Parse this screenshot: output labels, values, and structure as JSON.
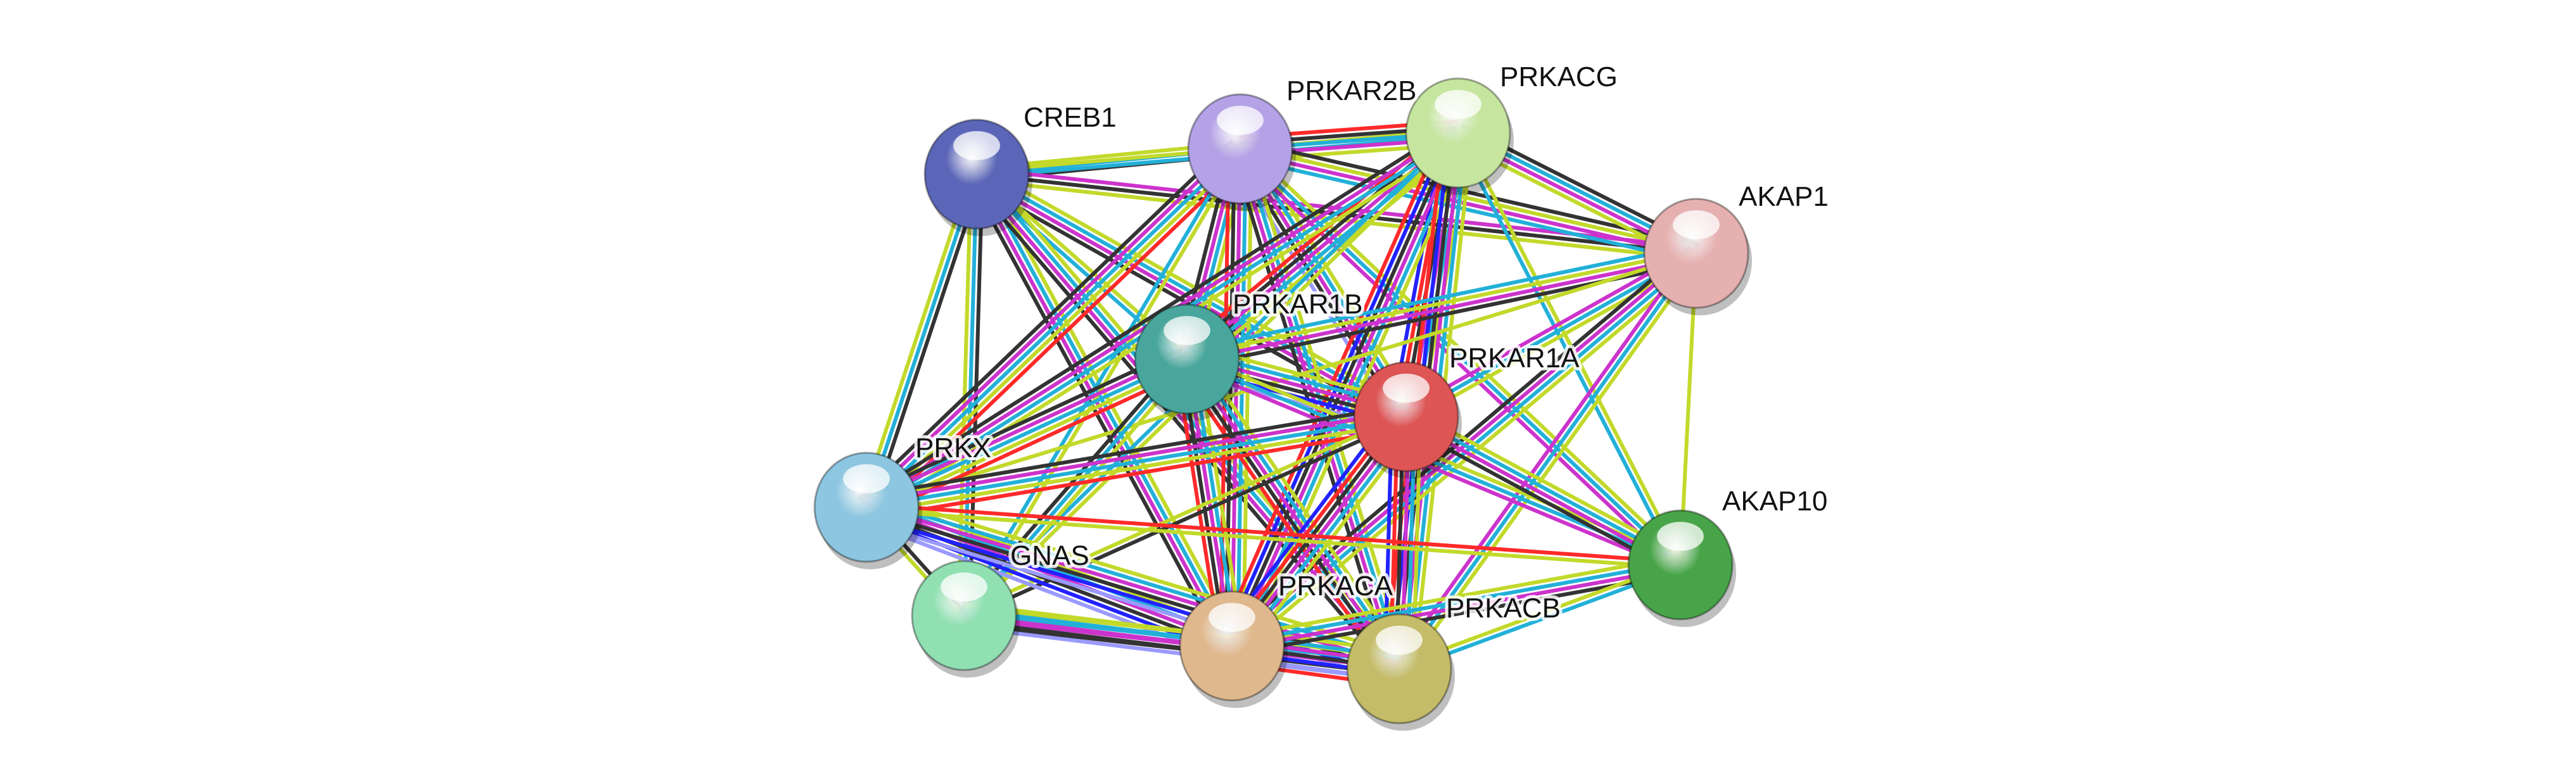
{
  "network": {
    "nodes": [
      {
        "id": "CREB1",
        "label": "CREB1",
        "color": "#5b66b8"
      },
      {
        "id": "PRKAR2B",
        "label": "PRKAR2B",
        "color": "#b3a2e6"
      },
      {
        "id": "PRKACG",
        "label": "PRKACG",
        "color": "#c6e6a0"
      },
      {
        "id": "AKAP1",
        "label": "AKAP1",
        "color": "#e6b0b0"
      },
      {
        "id": "PRKAR1B",
        "label": "PRKAR1B",
        "color": "#48a69c"
      },
      {
        "id": "PRKAR1A",
        "label": "PRKAR1A",
        "color": "#dd5555"
      },
      {
        "id": "PRKX",
        "label": "PRKX",
        "color": "#8cc6e0"
      },
      {
        "id": "AKAP10",
        "label": "AKAP10",
        "color": "#48a448"
      },
      {
        "id": "GNAS",
        "label": "GNAS",
        "color": "#90e0b2"
      },
      {
        "id": "PRKACA",
        "label": "PRKACA",
        "color": "#e0b88e"
      },
      {
        "id": "PRKACB",
        "label": "PRKACB",
        "color": "#c4bc68"
      }
    ],
    "evidence_colors": {
      "y": "#c2d92a",
      "c": "#22b0d8",
      "m": "#cc33cc",
      "k": "#333333",
      "r": "#ff2a2a",
      "b": "#2222ff",
      "p": "#9a9aff"
    },
    "edges": [
      [
        "CREB1",
        "PRKAR2B",
        "yck"
      ],
      [
        "CREB1",
        "PRKACG",
        "yc"
      ],
      [
        "CREB1",
        "AKAP1",
        "mky"
      ],
      [
        "CREB1",
        "PRKAR1A",
        "ycmk"
      ],
      [
        "CREB1",
        "PRKAR1B",
        "yc"
      ],
      [
        "CREB1",
        "PRKX",
        "kcy"
      ],
      [
        "CREB1",
        "GNAS",
        "kcy"
      ],
      [
        "CREB1",
        "PRKACA",
        "ycmk"
      ],
      [
        "CREB1",
        "PRKACB",
        "ycmk"
      ],
      [
        "PRKAR2B",
        "PRKACG",
        "rkcmy"
      ],
      [
        "PRKAR2B",
        "AKAP1",
        "kymc"
      ],
      [
        "PRKAR2B",
        "PRKAR1B",
        "ycmk"
      ],
      [
        "PRKAR2B",
        "PRKAR1A",
        "ycmkp"
      ],
      [
        "PRKAR2B",
        "PRKX",
        "rycmk"
      ],
      [
        "PRKAR2B",
        "GNAS",
        "yc"
      ],
      [
        "PRKAR2B",
        "PRKACA",
        "ycmkr"
      ],
      [
        "PRKAR2B",
        "PRKACB",
        "ycmk"
      ],
      [
        "PRKAR2B",
        "AKAP10",
        "ycm"
      ],
      [
        "PRKACG",
        "AKAP1",
        "kcmy"
      ],
      [
        "PRKACG",
        "PRKAR1B",
        "ycmkr"
      ],
      [
        "PRKACG",
        "PRKAR1A",
        "ycmkrb"
      ],
      [
        "PRKACG",
        "PRKX",
        "ycmk"
      ],
      [
        "PRKACG",
        "GNAS",
        "yc"
      ],
      [
        "PRKACG",
        "PRKACA",
        "ycmkbr"
      ],
      [
        "PRKACG",
        "PRKACB",
        "ycmkbr"
      ],
      [
        "PRKACG",
        "AKAP10",
        "yc"
      ],
      [
        "AKAP1",
        "PRKAR1B",
        "kmyc"
      ],
      [
        "AKAP1",
        "PRKAR1A",
        "ycm"
      ],
      [
        "AKAP1",
        "AKAP10",
        "y"
      ],
      [
        "AKAP1",
        "PRKACA",
        "ycmk"
      ],
      [
        "AKAP1",
        "PRKACB",
        "ycm"
      ],
      [
        "AKAP1",
        "PRKX",
        "y"
      ],
      [
        "PRKAR1B",
        "PRKAR1A",
        "ycmkbp"
      ],
      [
        "PRKAR1B",
        "PRKX",
        "rycmk"
      ],
      [
        "PRKAR1B",
        "GNAS",
        "yck"
      ],
      [
        "PRKAR1B",
        "PRKACA",
        "ycmkr"
      ],
      [
        "PRKAR1B",
        "PRKACB",
        "ycmkr"
      ],
      [
        "PRKAR1B",
        "AKAP10",
        "ycm"
      ],
      [
        "PRKAR1A",
        "PRKX",
        "rycmk"
      ],
      [
        "PRKAR1A",
        "GNAS",
        "ky"
      ],
      [
        "PRKAR1A",
        "PRKACA",
        "ycmkrb"
      ],
      [
        "PRKAR1A",
        "PRKACB",
        "ycmkrb"
      ],
      [
        "PRKAR1A",
        "AKAP10",
        "ycmk"
      ],
      [
        "PRKX",
        "GNAS",
        "ky"
      ],
      [
        "PRKX",
        "PRKACA",
        "ycmkbp"
      ],
      [
        "PRKX",
        "PRKACB",
        "ycmkbp"
      ],
      [
        "PRKX",
        "AKAP10",
        "ry"
      ],
      [
        "GNAS",
        "PRKACA",
        "ycmk"
      ],
      [
        "GNAS",
        "PRKACB",
        "ycmkp"
      ],
      [
        "PRKACA",
        "PRKACB",
        "ycmkbpr"
      ],
      [
        "PRKACA",
        "AKAP10",
        "ycmk"
      ],
      [
        "PRKACB",
        "AKAP10",
        "yc"
      ]
    ]
  }
}
